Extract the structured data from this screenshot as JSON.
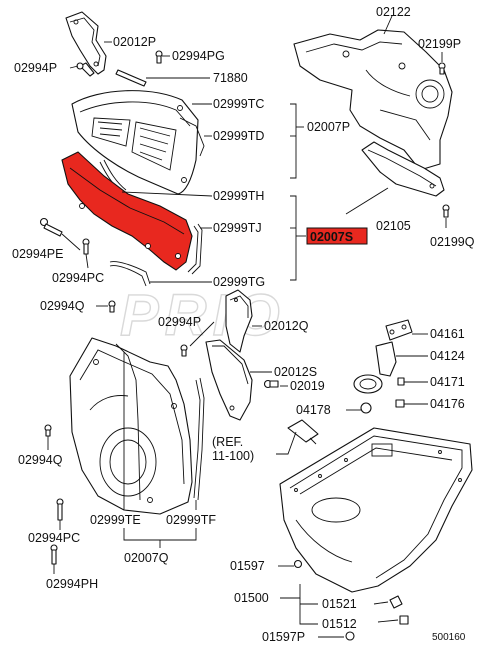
{
  "watermark": "PRIO",
  "diagram_code": "500160",
  "highlight_color": "#e8281f",
  "labels": {
    "p02012P": "02012P",
    "p02994PG": "02994PG",
    "p02994P_top": "02994P",
    "p71880": "71880",
    "p02999TC": "02999TC",
    "p02999TD": "02999TD",
    "p02007P": "02007P",
    "p02999TH": "02999TH",
    "p02999TJ": "02999TJ",
    "p02007S": "02007S",
    "p02999TG": "02999TG",
    "p02994PE": "02994PE",
    "p02994PC_mid": "02994PC",
    "p02994Q_mid": "02994Q",
    "p02122": "02122",
    "p02199P": "02199P",
    "p02105": "02105",
    "p02199Q": "02199Q",
    "p02994P_mid": "02994P",
    "p02012Q": "02012Q",
    "p02012S": "02012S",
    "p02019": "02019",
    "p04161": "04161",
    "p04124": "04124",
    "p04171": "04171",
    "p04178": "04178",
    "p04176": "04176",
    "ref_line1": "(REF.",
    "ref_line2": "11-100)",
    "p02994Q_low": "02994Q",
    "p02999TE": "02999TE",
    "p02999TF": "02999TF",
    "p02994PC_low": "02994PC",
    "p02007Q": "02007Q",
    "p02994PH": "02994PH",
    "p01597": "01597",
    "p01500": "01500",
    "p01521": "01521",
    "p01512": "01512",
    "p01597P": "01597P"
  }
}
